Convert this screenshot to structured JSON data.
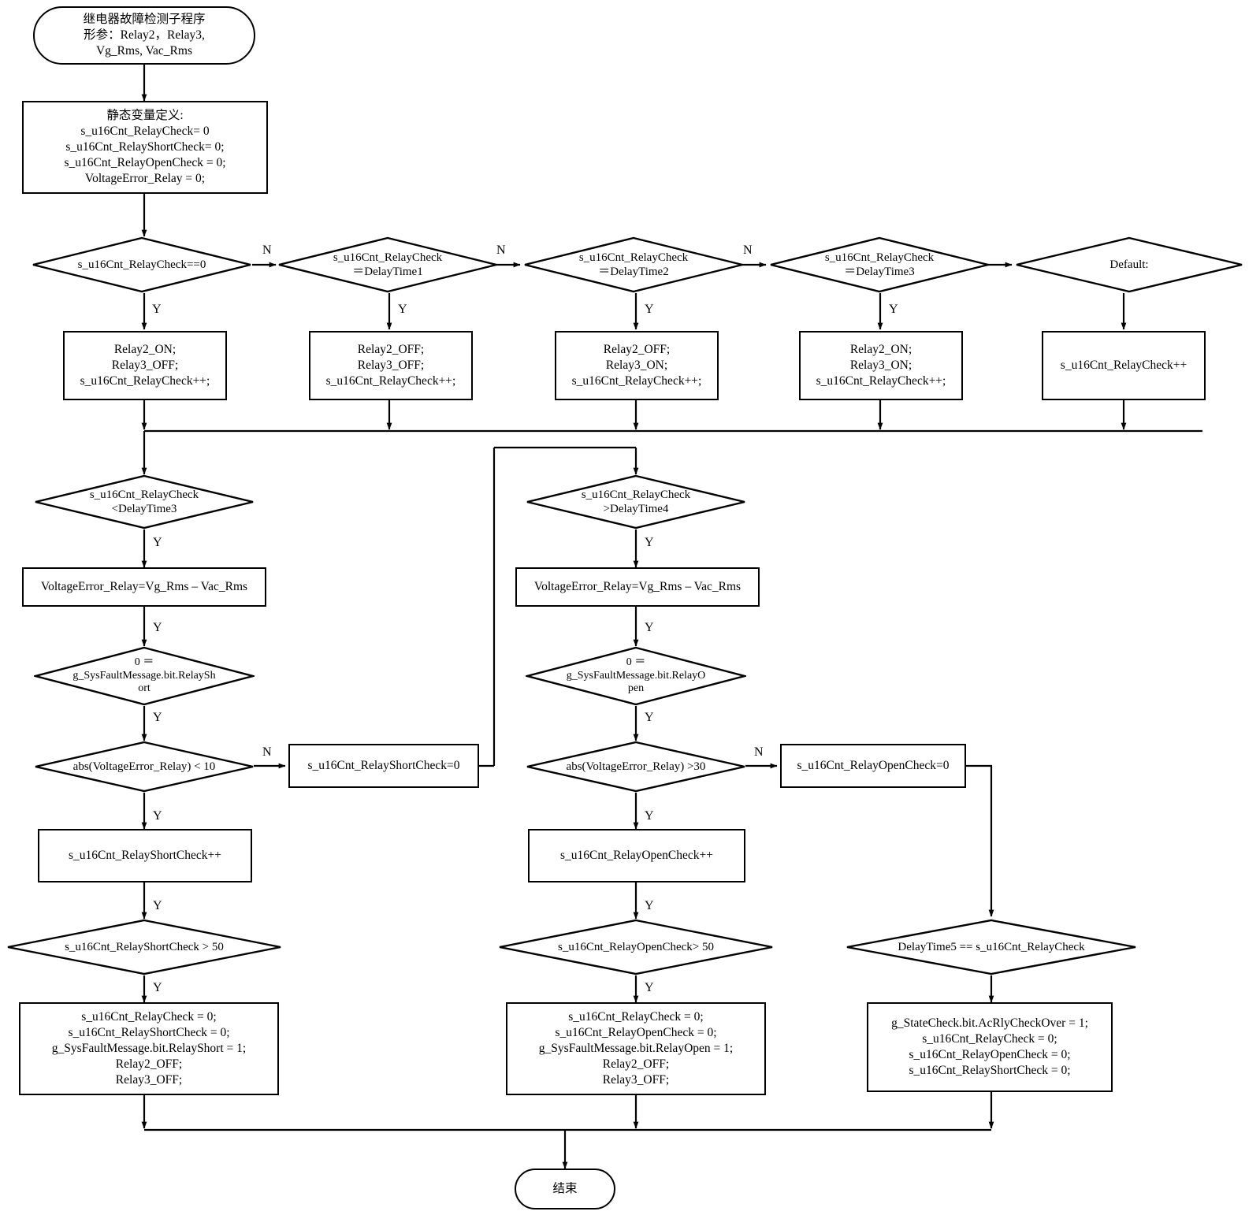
{
  "diagram": {
    "title_text": "继电器故障检测子程序\n形参：Relay2，Relay3,\nVg_Rms, Vac_Rms",
    "end_text": "结束"
  },
  "nodes": {
    "start": {
      "label": "继电器故障检测子程序\n形参：Relay2，Relay3,\nVg_Rms, Vac_Rms"
    },
    "static_def": {
      "label": "静态变量定义:\ns_u16Cnt_RelayCheck= 0\ns_u16Cnt_RelayShortCheck= 0;\ns_u16Cnt_RelayOpenCheck = 0;\nVoltageError_Relay = 0;"
    },
    "d_check_eq0": {
      "label": "s_u16Cnt_RelayCheck==0"
    },
    "d_delay1": {
      "label": "s_u16Cnt_RelayCheck\n＝DelayTime1"
    },
    "d_delay2": {
      "label": "s_u16Cnt_RelayCheck\n＝DelayTime2"
    },
    "d_delay3": {
      "label": "s_u16Cnt_RelayCheck\n＝DelayTime3"
    },
    "d_default": {
      "label": "Default:"
    },
    "act1": {
      "label": "Relay2_ON;\nRelay3_OFF;\ns_u16Cnt_RelayCheck++;"
    },
    "act2": {
      "label": "Relay2_OFF;\nRelay3_OFF;\ns_u16Cnt_RelayCheck++;"
    },
    "act3": {
      "label": "Relay2_OFF;\nRelay3_ON;\ns_u16Cnt_RelayCheck++;"
    },
    "act4": {
      "label": "Relay2_ON;\nRelay3_ON;\ns_u16Cnt_RelayCheck++;"
    },
    "act5": {
      "label": "s_u16Cnt_RelayCheck++"
    },
    "d_lt_delay3": {
      "label": "s_u16Cnt_RelayCheck\n<DelayTime3"
    },
    "d_gt_delay4": {
      "label": "s_u16Cnt_RelayCheck\n>DelayTime4"
    },
    "verr_left": {
      "label": "VoltageError_Relay=Vg_Rms – Vac_Rms"
    },
    "verr_right": {
      "label": "VoltageError_Relay=Vg_Rms – Vac_Rms"
    },
    "d_relayshort_flag": {
      "label": "0 ＝\ng_SysFaultMessage.bit.RelaySh\nort"
    },
    "d_relayopen_flag": {
      "label": "0 ＝\ng_SysFaultMessage.bit.RelayO\npen"
    },
    "d_abs_lt10": {
      "label": "abs(VoltageError_Relay) < 10"
    },
    "d_abs_gt30": {
      "label": "abs(VoltageError_Relay) >30"
    },
    "shortcheck_clr": {
      "label": "s_u16Cnt_RelayShortCheck=0"
    },
    "opencheck_clr": {
      "label": "s_u16Cnt_RelayOpenCheck=0"
    },
    "shortcheck_inc": {
      "label": "s_u16Cnt_RelayShortCheck++"
    },
    "opencheck_inc": {
      "label": "s_u16Cnt_RelayOpenCheck++"
    },
    "d_shortcheck_gt50": {
      "label": "s_u16Cnt_RelayShortCheck > 50"
    },
    "d_opencheck_gt50": {
      "label": "s_u16Cnt_RelayOpenCheck> 50"
    },
    "d_delay5_eq": {
      "label": "DelayTime5 == s_u16Cnt_RelayCheck"
    },
    "short_fault": {
      "label": "s_u16Cnt_RelayCheck = 0;\ns_u16Cnt_RelayShortCheck = 0;\ng_SysFaultMessage.bit.RelayShort = 1;\nRelay2_OFF;\nRelay3_OFF;"
    },
    "open_fault": {
      "label": "s_u16Cnt_RelayCheck = 0;\ns_u16Cnt_RelayOpenCheck = 0;\ng_SysFaultMessage.bit.RelayOpen = 1;\nRelay2_OFF;\nRelay3_OFF;"
    },
    "check_over": {
      "label": "g_StateCheck.bit.AcRlyCheckOver = 1;\ns_u16Cnt_RelayCheck = 0;\ns_u16Cnt_RelayOpenCheck = 0;\ns_u16Cnt_RelayShortCheck = 0;"
    },
    "end": {
      "label": "结束"
    }
  },
  "edge_labels": [
    {
      "id": "n1",
      "text": "N"
    },
    {
      "id": "n2",
      "text": "N"
    },
    {
      "id": "n3",
      "text": "N"
    },
    {
      "id": "y1",
      "text": "Y"
    },
    {
      "id": "y2",
      "text": "Y"
    },
    {
      "id": "y3",
      "text": "Y"
    },
    {
      "id": "y4",
      "text": "Y"
    },
    {
      "id": "y5",
      "text": "Y"
    },
    {
      "id": "y6",
      "text": "Y"
    },
    {
      "id": "y7",
      "text": "Y"
    },
    {
      "id": "y8",
      "text": "Y"
    },
    {
      "id": "y9",
      "text": "Y"
    },
    {
      "id": "y10",
      "text": "Y"
    },
    {
      "id": "y11",
      "text": "Y"
    },
    {
      "id": "y12",
      "text": "Y"
    },
    {
      "id": "y13",
      "text": "Y"
    },
    {
      "id": "y14",
      "text": "Y"
    },
    {
      "id": "y15",
      "text": "Y"
    },
    {
      "id": "n4",
      "text": "N"
    },
    {
      "id": "n5",
      "text": "N"
    }
  ],
  "colors": {
    "stroke": "#000000",
    "background": "#ffffff"
  }
}
